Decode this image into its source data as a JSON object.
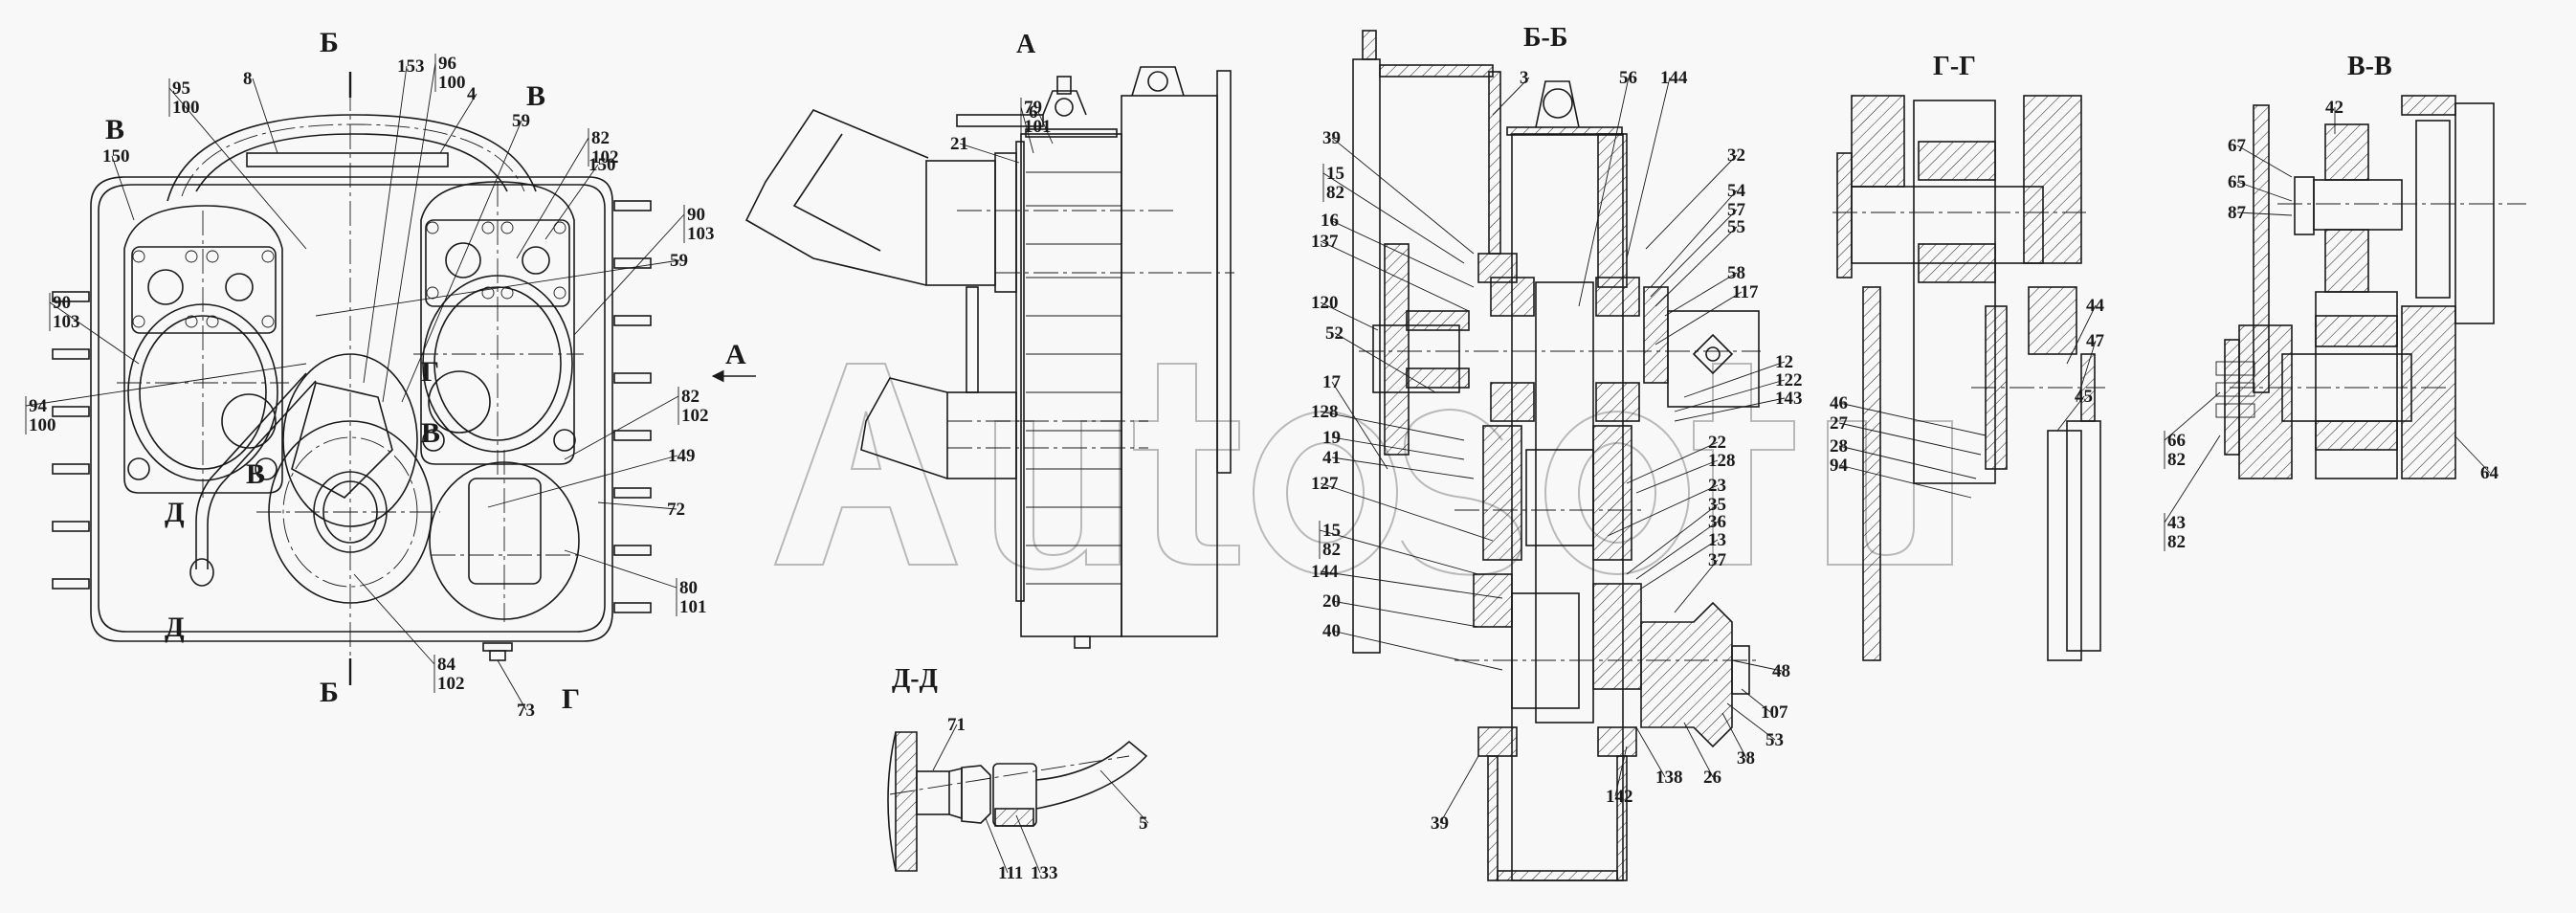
{
  "watermark": "AutoSoft",
  "colors": {
    "line": "#1a1a1a",
    "background": "#f8f8f8",
    "watermark": "#b9b9b9"
  },
  "views": {
    "front": {
      "title": "",
      "section_marks": [
        "Б",
        "Б",
        "В",
        "В",
        "В",
        "В",
        "Г",
        "Г",
        "Д",
        "Д",
        "А"
      ],
      "callouts": [
        "8",
        "95|100",
        "153",
        "96|100",
        "4",
        "59",
        "82|102",
        "150",
        "150",
        "90|103",
        "90|103",
        "59",
        "94|100",
        "82|102",
        "149",
        "72",
        "80|101",
        "84|102",
        "73"
      ]
    },
    "a": {
      "title": "А",
      "callouts": [
        "79|101",
        "6",
        "21"
      ]
    },
    "dd": {
      "title": "Д-Д",
      "callouts": [
        "71",
        "5",
        "111",
        "133"
      ]
    },
    "bb": {
      "title": "Б-Б",
      "callouts": [
        "3",
        "56",
        "144",
        "39",
        "15|82",
        "16",
        "137",
        "120",
        "52",
        "17",
        "128",
        "19",
        "41",
        "127",
        "15|82",
        "144",
        "20",
        "40",
        "39",
        "32",
        "54",
        "57",
        "55",
        "58",
        "117",
        "12",
        "122",
        "143",
        "22",
        "128",
        "23",
        "35",
        "36",
        "13",
        "37",
        "48",
        "107",
        "53",
        "38",
        "26",
        "138",
        "142"
      ]
    },
    "gg": {
      "title": "Г-Г",
      "callouts": [
        "46",
        "27",
        "28",
        "94",
        "44",
        "47",
        "45"
      ]
    },
    "vv": {
      "title": "В-В",
      "callouts": [
        "42",
        "67",
        "65",
        "87",
        "64",
        "66|82",
        "43|82"
      ]
    }
  }
}
